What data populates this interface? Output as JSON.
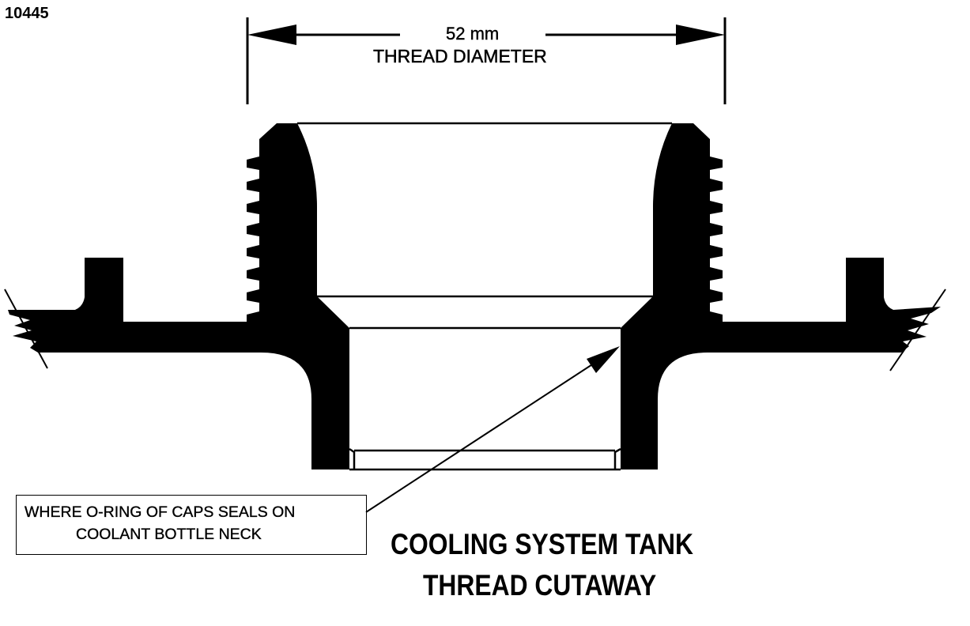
{
  "figure_id": "10445",
  "dimension": {
    "value": "52 mm",
    "label": "THREAD DIAMETER"
  },
  "callout": {
    "line1": "WHERE O-RING OF CAPS SEALS ON",
    "line2": "COOLANT BOTTLE NECK"
  },
  "title": {
    "line1": "COOLING SYSTEM TANK",
    "line2": "THREAD CUTAWAY"
  },
  "colors": {
    "ink": "#000000",
    "paper": "#ffffff"
  }
}
